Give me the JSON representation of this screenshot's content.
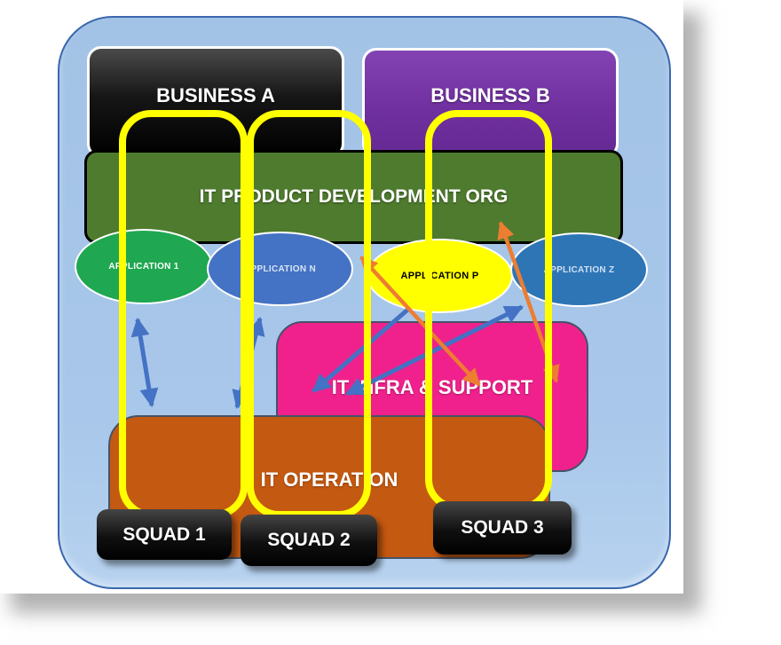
{
  "diagram": {
    "title_hint": "business / IT org squad mapping diagram",
    "businesses": [
      {
        "label": "BUSINESS A",
        "color": "#141414"
      },
      {
        "label": "BUSINESS B",
        "color": "#7030a0"
      }
    ],
    "org_bar": {
      "label": "IT PRODUCT DEVELOPMENT ORG",
      "color": "#4e7b2e"
    },
    "applications": [
      {
        "label": "APPLICATION 1",
        "color": "#1fa751"
      },
      {
        "label": "APPLICATION N",
        "color": "#4472c4"
      },
      {
        "label": "APPLICATION P",
        "color": "#ffff00"
      },
      {
        "label": "APPLICATION Z",
        "color": "#2e75b6"
      }
    ],
    "infra_bar": {
      "label": "IT INFRA & SUPPORT",
      "color": "#f0218c"
    },
    "operation_bar": {
      "label": "IT OPERATION",
      "color": "#c45911"
    },
    "squads": [
      {
        "label": "SQUAD 1"
      },
      {
        "label": "SQUAD 2"
      },
      {
        "label": "SQUAD 3"
      }
    ],
    "colors": {
      "page": "#ffffff",
      "container_fill": "#a6c5e8",
      "container_border": "#3a67ae",
      "squad_ring": "#ffff00",
      "squad_chip": "#141414",
      "arrow_blue": "#4472c4",
      "arrow_orange": "#ed7d31"
    }
  }
}
